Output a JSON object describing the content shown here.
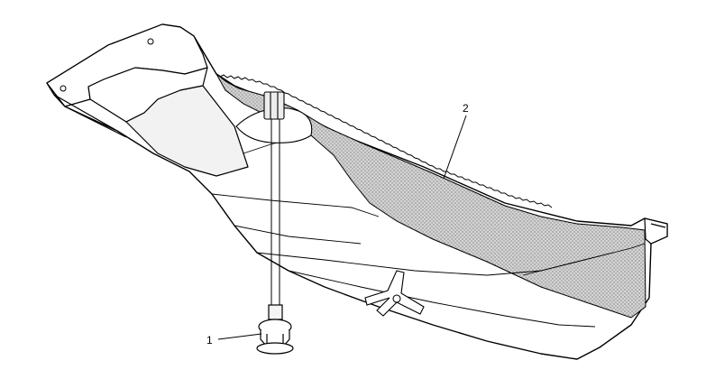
{
  "callouts": [
    {
      "number": "1",
      "part": "fastener-bolt"
    },
    {
      "number": "2",
      "part": "insulator-pad"
    }
  ],
  "colors": {
    "line": "#000000",
    "background": "#ffffff",
    "pad_fill": "#bdbdbd"
  }
}
